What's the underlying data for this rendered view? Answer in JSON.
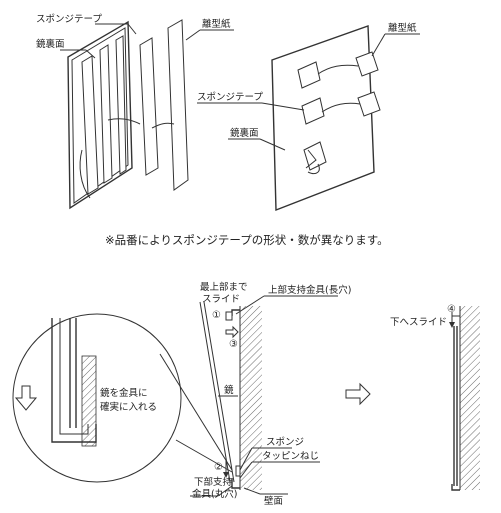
{
  "top": {
    "labels": {
      "sponge_tape_left": "スポンジテープ",
      "mirror_back_left": "鏡裏面",
      "release_paper_left": "離型紙",
      "release_paper_right": "離型紙",
      "sponge_tape_right": "スポンジテープ",
      "mirror_back_right": "鏡裏面"
    },
    "note": "※品番によりスポンジテープの形状・数が異なります。"
  },
  "bottom": {
    "labels": {
      "top_slide": "最上部まで",
      "slide": "スライド",
      "upper_bracket": "上部支持金具(長穴)",
      "mirror": "鏡",
      "insert_line1": "鏡を金具に",
      "insert_line2": "確実に入れる",
      "sponge": "スポンジ",
      "tapping_screw": "タッピンねじ",
      "lower_bracket_line1": "下部支持",
      "lower_bracket_line2": "金具(丸穴)",
      "wall": "壁面",
      "slide_down": "下へスライド"
    },
    "steps": {
      "s1": "①",
      "s2": "②",
      "s3": "③",
      "s4": "④"
    }
  }
}
